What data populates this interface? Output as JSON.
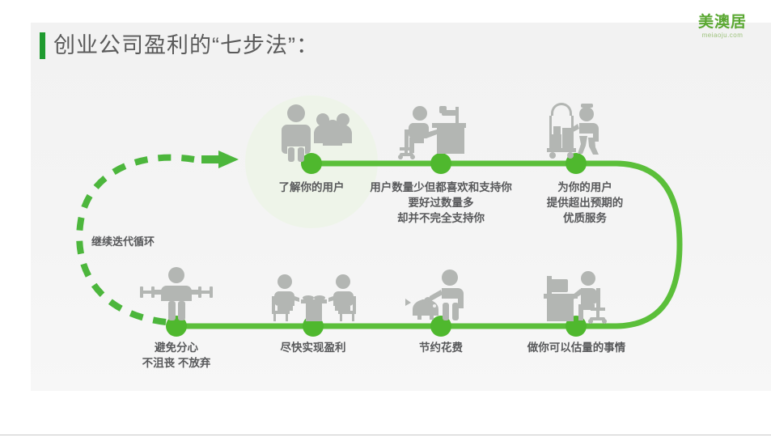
{
  "slide": {
    "title": "创业公司盈利的“七步法”：",
    "accent_color": "#1f9b2f",
    "line_color": "#5bbf3a",
    "node_color": "#4fb82e",
    "icon_color": "#b3b6b3",
    "background": "#f3f3f3"
  },
  "logo": {
    "name": "美澳居",
    "domain": "meiaoju.com",
    "color": "#5aa832"
  },
  "loop": {
    "label": "继续迭代循环",
    "arrow_icon": "dashed-arrow-icon"
  },
  "steps": [
    {
      "index": 1,
      "label": "了解你的用户",
      "icon": "person-and-group-icon",
      "highlight": true
    },
    {
      "index": 2,
      "label": "用户数量少但都喜欢和支持你\n要好过数量多\n却并不完全支持你",
      "icon": "person-at-computer-desk-icon",
      "highlight": false
    },
    {
      "index": 3,
      "label": "为你的用户\n提供超出预期的\n优质服务",
      "icon": "bellhop-luggage-cart-icon",
      "highlight": false
    },
    {
      "index": 4,
      "label": "做你可以估量的事情",
      "icon": "person-working-at-monitor-icon",
      "highlight": false
    },
    {
      "index": 5,
      "label": "节约花费",
      "icon": "piggy-bank-coin-icon",
      "highlight": false
    },
    {
      "index": 6,
      "label": "尽快实现盈利",
      "icon": "two-people-at-table-icon",
      "highlight": false
    },
    {
      "index": 7,
      "label": "避免分心\n不沮丧 不放弃",
      "icon": "person-with-dumbbells-icon",
      "highlight": false
    }
  ]
}
